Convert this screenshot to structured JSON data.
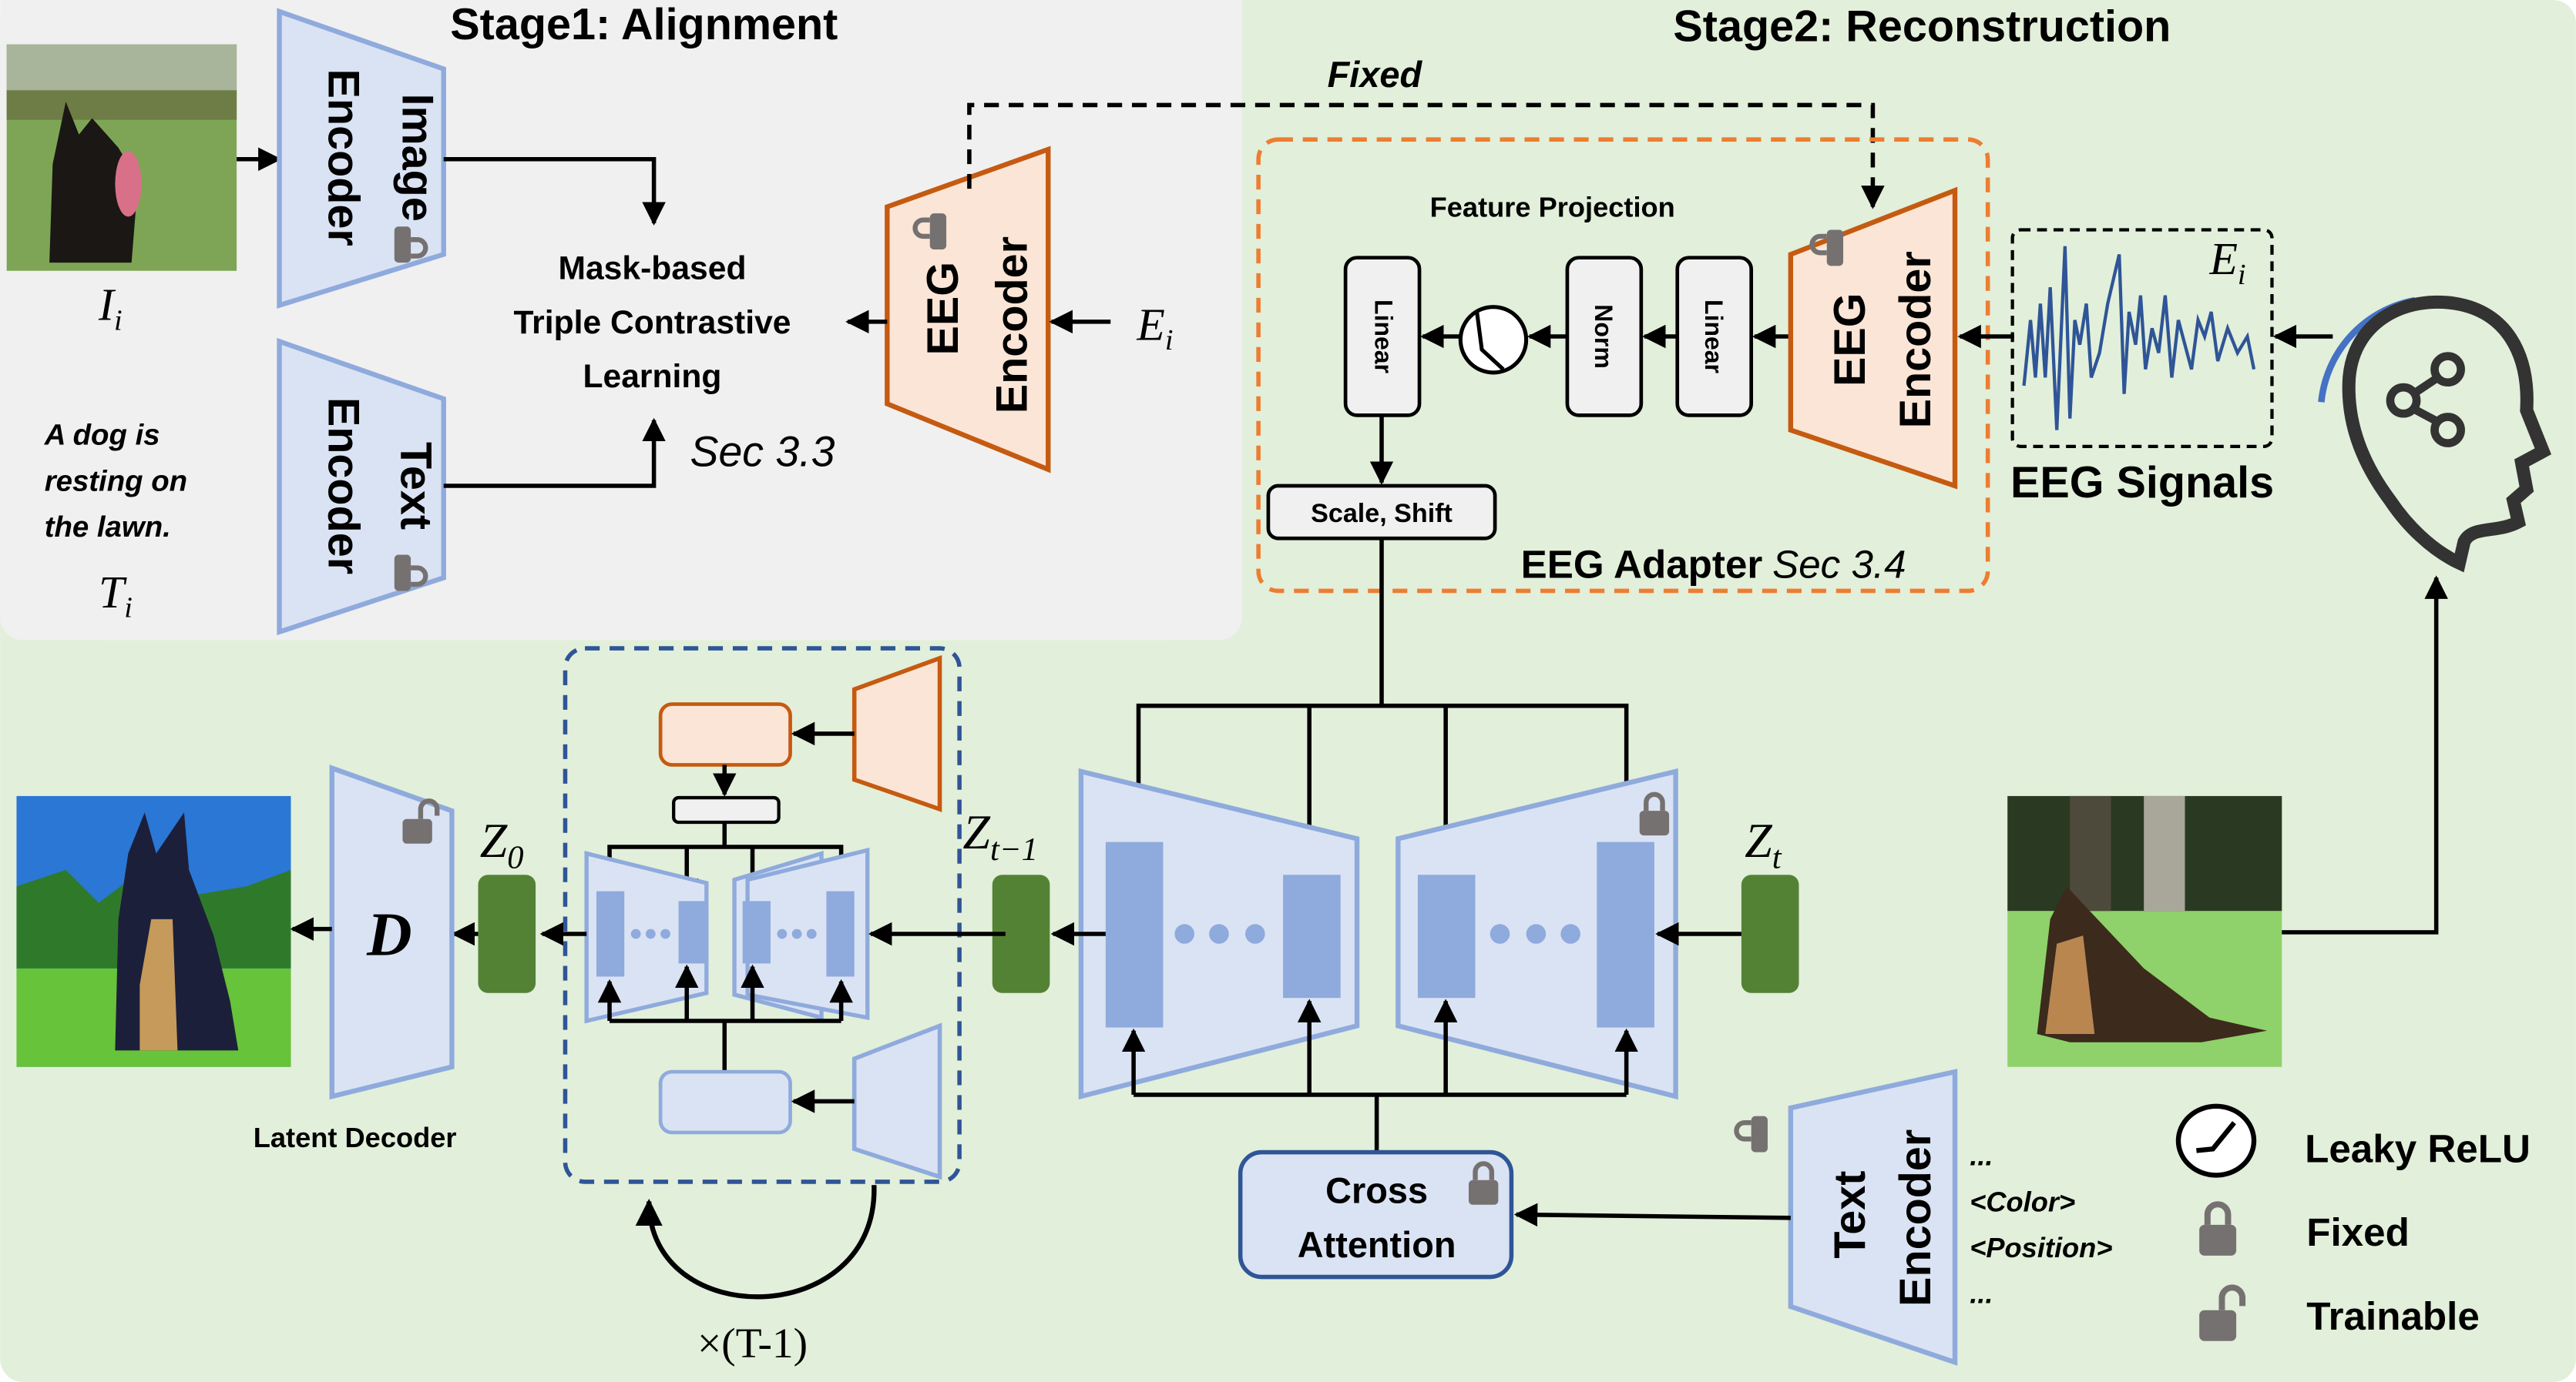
{
  "stage1": {
    "title": "Stage1: Alignment",
    "image_encoder": "Image Encoder",
    "image_encoder_line1": "Image",
    "image_encoder_line2": "Encoder",
    "text_encoder_line1": "Text",
    "text_encoder_line2": "Encoder",
    "image_label": "I",
    "image_label_sub": "i",
    "caption_lines": [
      "A dog is",
      "resting on",
      "the lawn."
    ],
    "text_label": "T",
    "text_label_sub": "i",
    "contrastive_lines": [
      "Mask-based",
      "Triple Contrastive",
      "Learning"
    ],
    "section": "Sec 3.3",
    "eeg_encoder_line1": "EEG",
    "eeg_encoder_line2": "Encoder",
    "eeg_input_label": "E",
    "eeg_input_sub": "i"
  },
  "stage2": {
    "title": "Stage2: Reconstruction",
    "fixed_link_label": "Fixed",
    "feature_projection": "Feature Projection",
    "linear_1": "Linear",
    "norm": "Norm",
    "linear_2": "Linear",
    "scale_shift": "Scale, Shift",
    "adapter_label": "EEG Adapter",
    "adapter_section": "Sec 3.4",
    "eeg_encoder_line1": "EEG",
    "eeg_encoder_line2": "Encoder",
    "eeg_signals": "EEG Signals",
    "eeg_signal_label": "E",
    "eeg_signal_sub": "i",
    "z_t": "Z",
    "z_t_sub": "t",
    "z_t_minus_1": "Z",
    "z_t_minus_1_sub": "t−1",
    "z_0": "Z",
    "z_0_sub": "0",
    "decoder_symbol": "D",
    "latent_decoder": "Latent Decoder",
    "repeat_label": "×(T-1)",
    "cross_attention_lines": [
      "Cross",
      "Attention"
    ],
    "text_encoder_line1": "Text",
    "text_encoder_line2": "Encoder",
    "prompt_tokens": [
      "...",
      "<Color>",
      "<Position>",
      "..."
    ]
  },
  "legend": {
    "items": [
      {
        "icon": "leaky-relu-icon",
        "label": "Leaky ReLU"
      },
      {
        "icon": "lock-closed-icon",
        "label": "Fixed"
      },
      {
        "icon": "lock-open-icon",
        "label": "Trainable"
      }
    ]
  },
  "colors": {
    "stage1_bg": "#f0f0f0",
    "stage2_bg": "#e2efda",
    "blue_fill": "#dae3f3",
    "blue_stroke": "#8faadc",
    "block_blue": "#8faadc",
    "orange_fill": "#fbe5d6",
    "orange_stroke": "#c55a11",
    "adapter_dash": "#ed7d31",
    "loop_dash": "#2f5597",
    "latent_green": "#548235",
    "lock_gray": "#767171",
    "eeg_wave": "#2f5597",
    "head_arc": "#4472c4"
  }
}
